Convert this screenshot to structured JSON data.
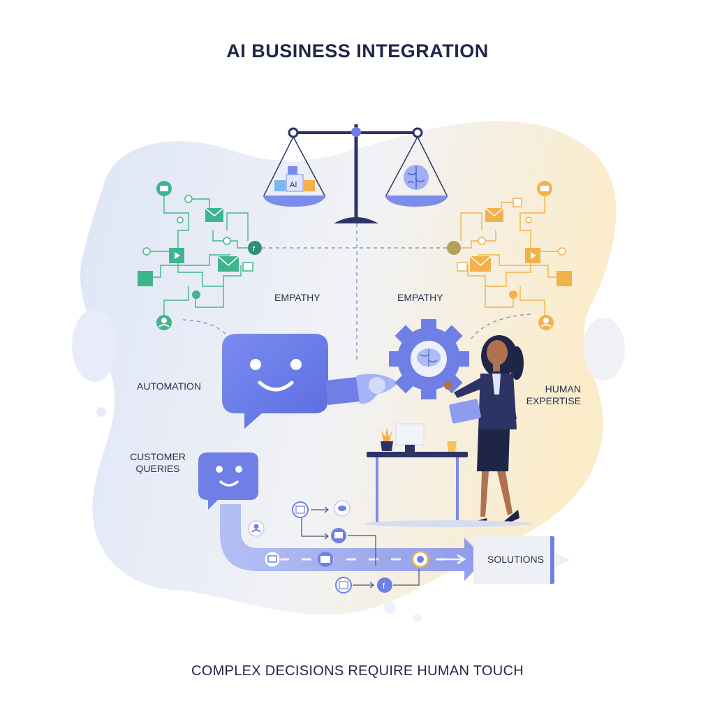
{
  "title": "AI BUSINESS INTEGRATION",
  "caption": "COMPLEX DECISIONS REQUIRE HUMAN TOUCH",
  "labels": {
    "empathy_left": "EMPATHY",
    "empathy_right": "EMPATHY",
    "automation": "AUTOMATION",
    "human_expertise": "HUMAN EXPERTISE",
    "customer_queries": "CUSTOMER QUERIES",
    "solutions": "SOLUTIONS",
    "ai_block": "AI"
  },
  "colors": {
    "ai_side": "#3fb58f",
    "human_side": "#f2b14a",
    "accent": "#6f7fe6",
    "dark": "#1f2547"
  }
}
